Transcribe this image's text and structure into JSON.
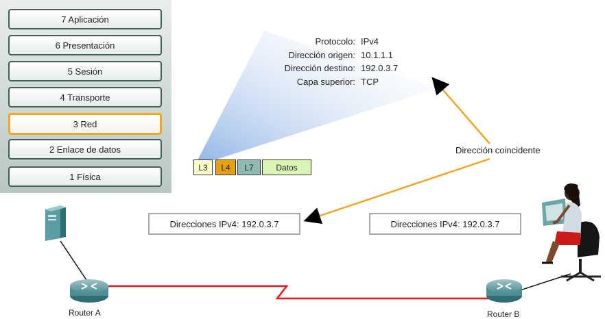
{
  "layers": [
    {
      "label": "7 Aplicación",
      "active": false
    },
    {
      "label": "6 Presentación",
      "active": false
    },
    {
      "label": "5 Sesión",
      "active": false
    },
    {
      "label": "4 Transporte",
      "active": false
    },
    {
      "label": "3 Red",
      "active": true
    },
    {
      "label": "2 Enlace de datos",
      "active": false
    },
    {
      "label": "1 Física",
      "active": false
    }
  ],
  "protocol_info": [
    {
      "key": "Protocolo:",
      "value": "IPv4"
    },
    {
      "key": "Dirección origen:",
      "value": "10.1.1.1"
    },
    {
      "key": "Dirección destino:",
      "value": "192.0.3.7"
    },
    {
      "key": "Capa superior:",
      "value": "TCP"
    }
  ],
  "headers": [
    {
      "label": "L3",
      "color": "#fbfbc9"
    },
    {
      "label": "L4",
      "color": "#e5a00d"
    },
    {
      "label": "L7",
      "color": "#8fbab1"
    },
    {
      "label": "Datos",
      "color": "#d8f5b5"
    }
  ],
  "match_label": "Dirección coincidente",
  "router_a": {
    "label": "Router A",
    "address": "Direcciones IPv4: 192.0.3.7"
  },
  "router_b": {
    "label": "Router B",
    "address": "Direcciones IPv4: 192.0.3.7"
  },
  "colors": {
    "active_layer": "#f3a623",
    "arrow": "#f3a623",
    "link": "#e8151b",
    "device": "#4f8f93"
  }
}
